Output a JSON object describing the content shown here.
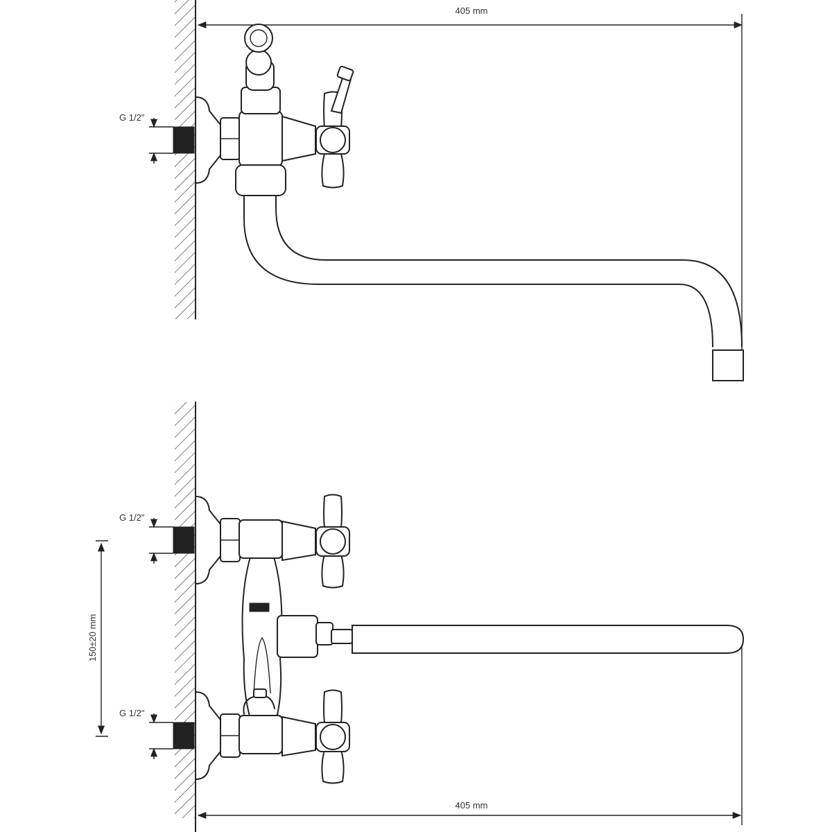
{
  "labels": {
    "width_top": "405 mm",
    "width_bottom": "405 mm",
    "thread_top": "G 1/2\"",
    "thread_bottom_upper": "G 1/2\"",
    "thread_bottom_lower": "G 1/2\"",
    "spacing": "150±20 mm"
  },
  "colors": {
    "line": "#222222",
    "fill": "#222222",
    "background": "#ffffff"
  }
}
